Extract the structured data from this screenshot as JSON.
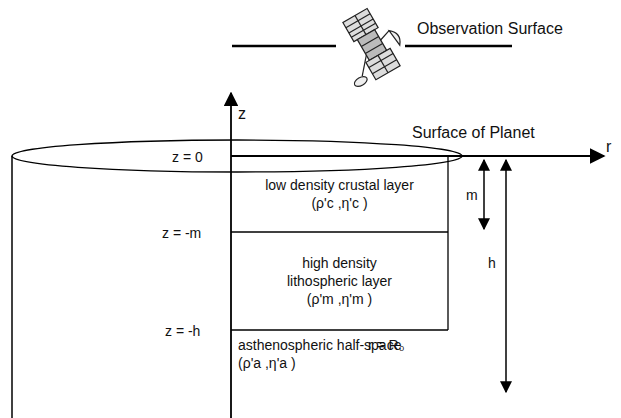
{
  "diagram": {
    "nodes": [
      {
        "text": [
          "low density crustal layer (ρ'c ,η'c )"
        ]
      },
      {
        "text": [
          "high density lithospheric layer (ρ'm ,η'm )"
        ]
      }
    ],
    "labels": [
      "Observation Surface",
      "z",
      "Surface of Planet",
      "r",
      "z = 0",
      "z = -m",
      "z = -h",
      "m",
      "h",
      "r = R₀",
      "asthenospheric half-space (ρ'a ,η'a )"
    ]
  }
}
